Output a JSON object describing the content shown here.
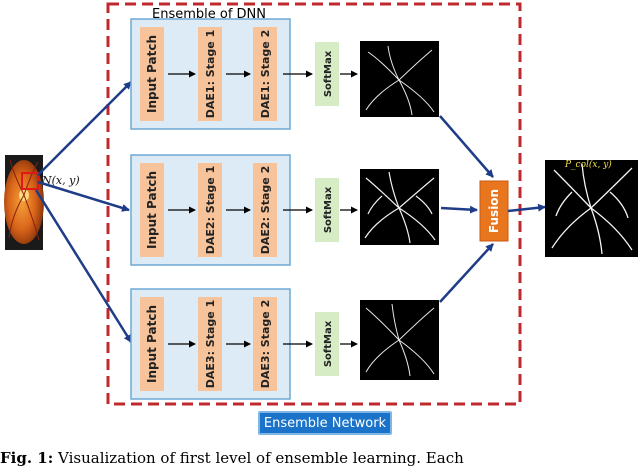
{
  "ensemble_title": "Ensemble of DNN",
  "network_label": "Ensemble Network",
  "pixel_label": "N(x, y)",
  "output_label": "P_col(x, y)",
  "fusion_label": "Fusion",
  "softmax_label": "SoftMax",
  "rows": [
    {
      "input": "Input Patch",
      "stage1": "DAE1: Stage 1",
      "stage2": "DAE1: Stage 2"
    },
    {
      "input": "Input Patch",
      "stage1": "DAE2: Stage 1",
      "stage2": "DAE2: Stage 2"
    },
    {
      "input": "Input Patch",
      "stage1": "DAE3: Stage 1",
      "stage2": "DAE3: Stage 2"
    }
  ],
  "caption": {
    "lead": "Fig. 1:",
    "text": " Visualization of first level of ensemble learning. Each"
  },
  "colors": {
    "dashed_border": "#c0282d",
    "panel_fill": "#dcebf6",
    "panel_border": "#6fa8d6",
    "block_fill": "#f7c39a",
    "softmax_fill": "#d6ecc5",
    "fusion_fill": "#e8761e",
    "arrow": "#1f3c88"
  }
}
